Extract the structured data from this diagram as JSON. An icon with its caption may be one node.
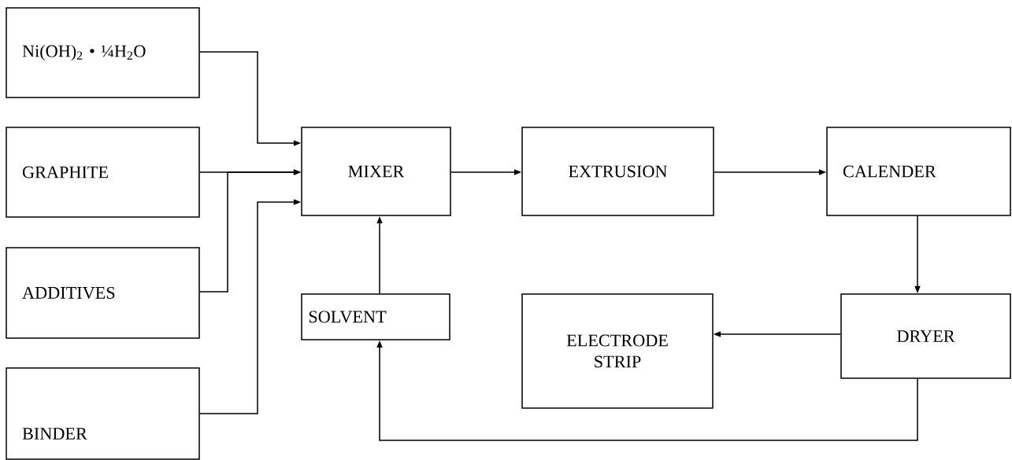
{
  "diagram": {
    "nodes": [
      {
        "text": [
          "Ni(OH)$_{2}$ • ¼H$_{2}$O"
        ]
      },
      {
        "text": [
          "GRAPHITE"
        ]
      },
      {
        "text": [
          "ADDITIVES"
        ]
      },
      {
        "text": [
          "BINDER"
        ]
      },
      {
        "text": [
          "MIXER"
        ]
      },
      {
        "text": [
          "SOLVENT"
        ]
      },
      {
        "text": [
          "EXTRUSION"
        ]
      },
      {
        "text": [
          "CALENDER"
        ]
      },
      {
        "text": [
          "DRYER"
        ]
      },
      {
        "text": [
          "ELECTRODE STRIP"
        ]
      }
    ],
    "edges": [
      {
        "from": 0,
        "to": 4,
        "arrow": "to"
      },
      {
        "from": 1,
        "to": 4,
        "arrow": "to"
      },
      {
        "from": 2,
        "to": 4,
        "arrow": "to"
      },
      {
        "from": 3,
        "to": 4,
        "arrow": "to"
      },
      {
        "from": 5,
        "to": 4,
        "arrow": "to"
      },
      {
        "from": 4,
        "to": 6,
        "arrow": "to"
      },
      {
        "from": 6,
        "to": 7,
        "arrow": "to"
      },
      {
        "from": 7,
        "to": 8,
        "arrow": "to"
      },
      {
        "from": 8,
        "to": 9,
        "arrow": "to"
      },
      {
        "from": 8,
        "to": 5,
        "arrow": "to"
      }
    ]
  }
}
